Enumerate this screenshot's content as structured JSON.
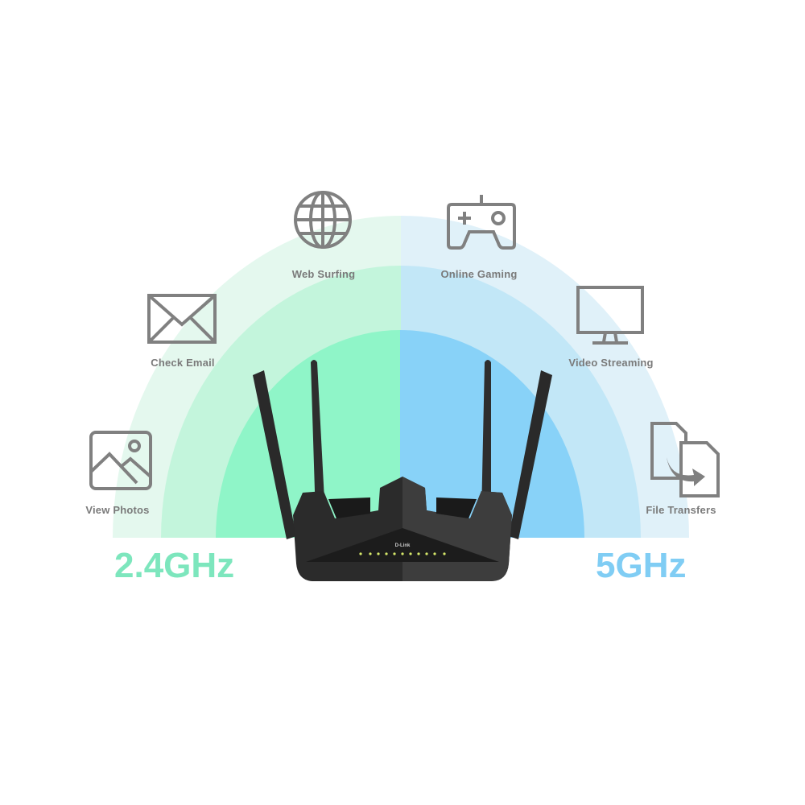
{
  "bands": {
    "left": "2.4GHz",
    "right": "5GHz"
  },
  "colors": {
    "left_outer": "#e4f8ee",
    "left_mid": "#c3f5dc",
    "left_inner": "#8ff5c8",
    "right_outer": "#e0f1f9",
    "right_mid": "#c2e7f7",
    "right_inner": "#88d2f8",
    "left_text": "#7de6bd",
    "right_text": "#80cdf4",
    "icon_gray": "#808080"
  },
  "activities": [
    {
      "label": "View Photos",
      "icon": "image-icon"
    },
    {
      "label": "Check Email",
      "icon": "envelope-icon"
    },
    {
      "label": "Web Surfing",
      "icon": "globe-icon"
    },
    {
      "label": "Online Gaming",
      "icon": "gamepad-icon"
    },
    {
      "label": "Video Streaming",
      "icon": "monitor-icon"
    },
    {
      "label": "File Transfers",
      "icon": "file-transfer-icon"
    }
  ],
  "router": {
    "brand": "D-Link"
  }
}
